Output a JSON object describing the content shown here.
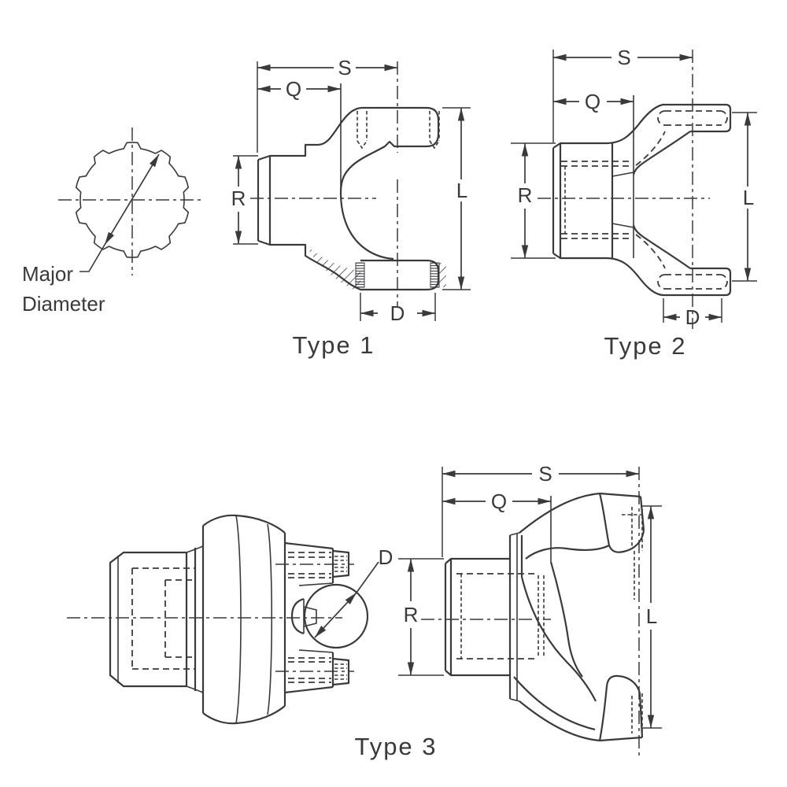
{
  "colors": {
    "background": "#ffffff",
    "line": "#3a3a3d"
  },
  "spline_view": {
    "label_line1": "Major",
    "label_line2": "Diameter"
  },
  "type1": {
    "caption": "Type 1",
    "dim_s": "S",
    "dim_q": "Q",
    "dim_r": "R",
    "dim_l": "L",
    "dim_d": "D"
  },
  "type2": {
    "caption": "Type 2",
    "dim_s": "S",
    "dim_q": "Q",
    "dim_r": "R",
    "dim_l": "L",
    "dim_d": "D"
  },
  "type3": {
    "caption": "Type 3",
    "dim_s": "S",
    "dim_q": "Q",
    "dim_r": "R",
    "dim_l": "L"
  },
  "iso_view": {
    "dim_d": "D"
  }
}
